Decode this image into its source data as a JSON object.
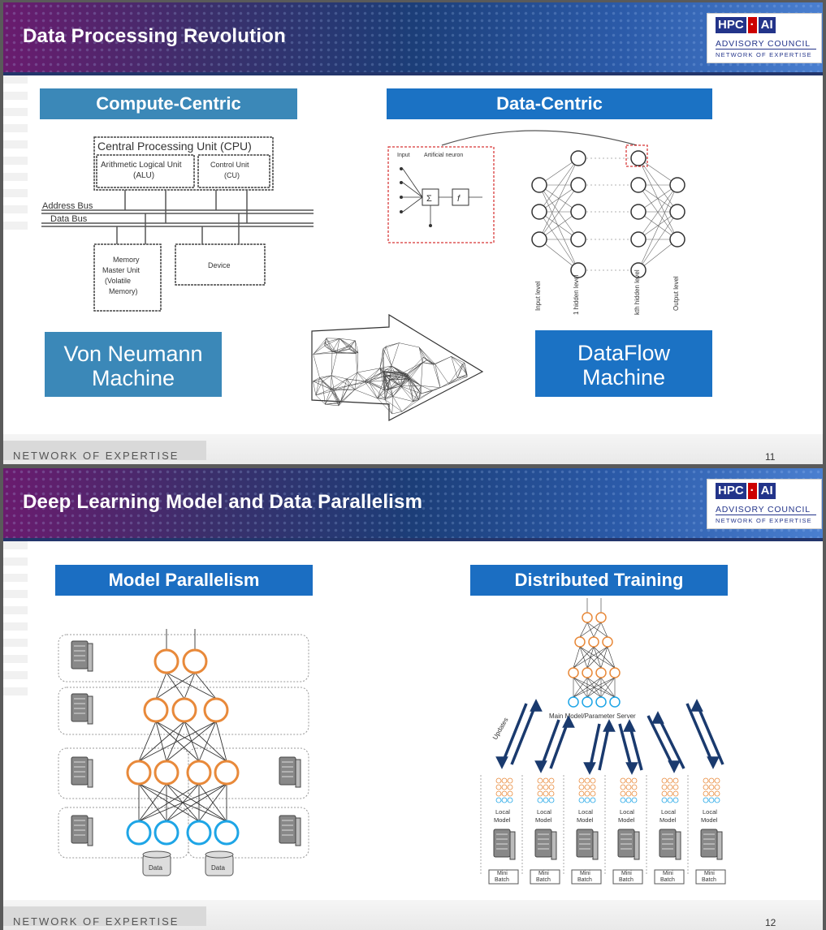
{
  "colors": {
    "teal_box": "#3b88b8",
    "blue_box": "#1b72c4",
    "header_box": "#1b6ec2",
    "orange_node": "#e8893a",
    "cyan_node": "#1ea5e6",
    "arrow_navy": "#1a3a6e"
  },
  "logo": {
    "mark": [
      "HPC",
      "AI"
    ],
    "line1": "ADVISORY COUNCIL",
    "line2": "NETWORK OF EXPERTISE"
  },
  "footer": {
    "text": "NETWORK OF EXPERTISE"
  },
  "slide1": {
    "title": "Data Processing Revolution",
    "left_header": "Compute-Centric",
    "right_header": "Data-Centric",
    "left_box": [
      "Von Neumann",
      "Machine"
    ],
    "right_box": [
      "DataFlow",
      "Machine"
    ],
    "cpu": {
      "title": "Central Processing Unit (CPU)",
      "alu": [
        "Arithmetic Logical Unit",
        "(ALU)"
      ],
      "cu": [
        "Control Unit",
        "(CU)"
      ],
      "address_bus": "Address Bus",
      "data_bus": "Data Bus",
      "memory": [
        "Memory",
        "Master Unit",
        "(Volatile",
        "Memory)"
      ],
      "device": "Device"
    },
    "neuron": {
      "input": "Input",
      "artificial_neuron": "Artificial neuron"
    },
    "layer_labels": [
      "Input level",
      "1 hidden level",
      "kth hidden level",
      "Output level"
    ],
    "page": "11"
  },
  "slide2": {
    "title": "Deep Learning Model and Data Parallelism",
    "left_header": "Model Parallelism",
    "right_header": "Distributed Training",
    "data_label": "Data",
    "server_label": "Main Model/Parameter Server",
    "updates_label": "Updates",
    "local_model": [
      "Local",
      "Model"
    ],
    "mini_batch": [
      "Mini",
      "Batch"
    ],
    "page": "12"
  }
}
